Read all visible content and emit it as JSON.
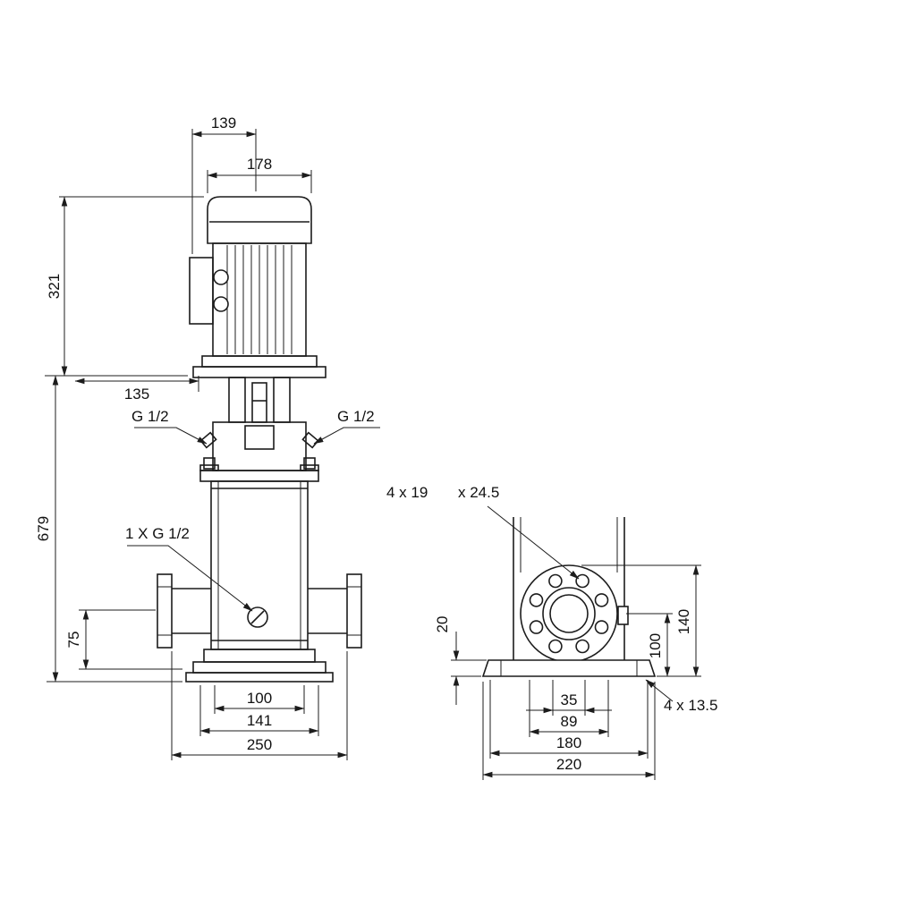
{
  "front_view": {
    "dim_top_small": "139",
    "dim_motor_width": "178",
    "dim_motor_height": "321",
    "dim_adapter": "135",
    "dim_pump_height": "679",
    "dim_port_height": "75",
    "label_port_left": "G 1/2",
    "label_port_right": "G 1/2",
    "label_drain_port": "1 X G 1/2",
    "dim_flange_inner": "100",
    "dim_base_mid": "141",
    "dim_base_width": "250"
  },
  "side_view": {
    "label_flange_holes": "4 x 19",
    "label_flange_holes_depth": "x 24.5",
    "dim_plate_thickness": "20",
    "dim_flange_center_height": "100",
    "dim_flange_top_height": "140",
    "dim_slot": "35",
    "dim_slot_span": "89",
    "dim_bolt_span": "180",
    "dim_base_total_width": "220",
    "label_base_holes": "4 x 13.5"
  }
}
